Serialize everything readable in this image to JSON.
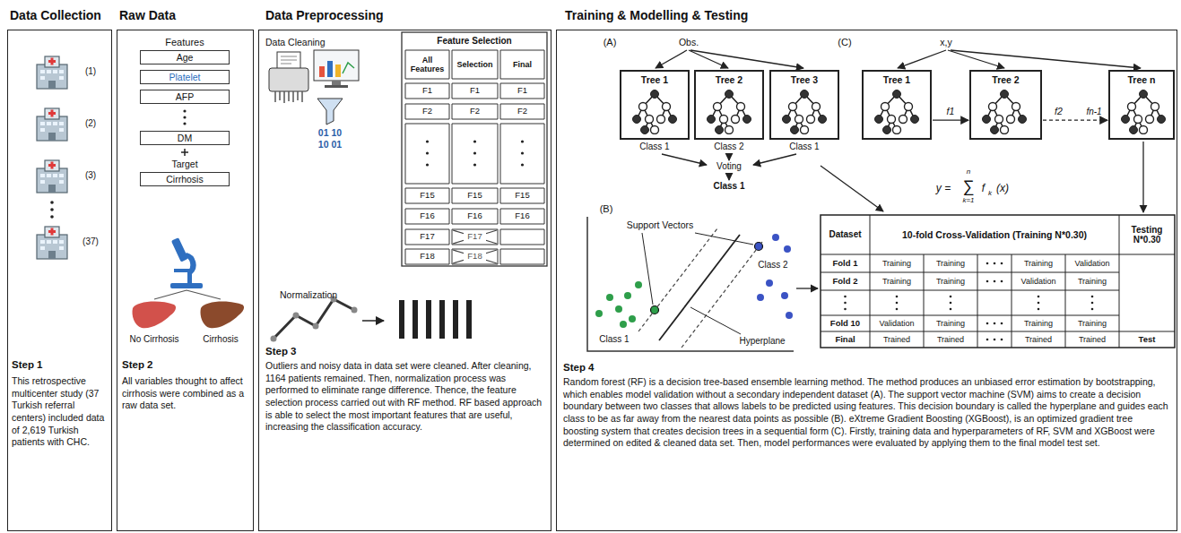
{
  "diagram": {
    "nodes": [
      {
        "text": [
          "Data Collection",
          "Step 1",
          "This retrospective multicenter study (37 Turkish referral centers) included data of 2,619 Turkish patients with CHC."
        ]
      },
      {
        "text": [
          "Raw Data",
          "Step 2",
          "All variables thought to affect cirrhosis were combined as a raw data set."
        ]
      },
      {
        "text": [
          "Age"
        ],
        "in": 1
      },
      {
        "text": [
          "Platelet"
        ],
        "in": 1
      },
      {
        "text": [
          "AFP"
        ],
        "in": 1
      },
      {
        "text": [
          "DM"
        ],
        "in": 1
      },
      {
        "text": [
          "Cirrhosis"
        ],
        "in": 1
      },
      {
        "text": [
          "Data Preprocessing",
          "Step 3",
          "Outliers and noisy data in data set were cleaned. After cleaning, 1164 patients remained. Then, normalization process was performed to eliminate range difference. Thence, the feature selection process carried out with RF method. RF based approach is able to select the most important features that are useful, increasing the classification accuracy."
        ]
      },
      {
        "text": [
          "Training & Modelling & Testing",
          "Step 4",
          "Random forest (RF) is a decision tree-based ensemble learning method. The method produces an unbiased error estimation by bootstrapping, which enables model validation without a secondary independent dataset (A). The support vector machine (SVM) aims to create a decision boundary between two classes that allows labels to be predicted using features. This decision boundary is called the hyperplane and guides each class to be as far away from the nearest data points as possible (B). eXtreme Gradient Boosting (XGBoost), is an optimized gradient tree boosting system that creates decision trees in a sequential form (C). Firstly, training data and hyperparameters of RF, SVM and XGBoost were determined on edited & cleaned data set. Then, model performances were evaluated by applying them to the final model test set."
        ]
      },
      {
        "text": [
          "Tree 1"
        ],
        "in": 8
      },
      {
        "text": [
          "Tree 2"
        ],
        "in": 8
      },
      {
        "text": [
          "Tree 3"
        ],
        "in": 8
      },
      {
        "text": [
          "Tree 1"
        ],
        "in": 8
      },
      {
        "text": [
          "Tree 2"
        ],
        "in": 8
      },
      {
        "text": [
          "Tree n"
        ],
        "in": 8
      }
    ],
    "edges": [
      {
        "from": 12,
        "to": 13,
        "label": "f1",
        "arrow": "to"
      },
      {
        "from": 13,
        "to": 14,
        "label": "f2",
        "arrow": "to"
      }
    ],
    "labels": [
      "(1)",
      "(2)",
      "(3)",
      "(37)",
      "Features",
      "Target",
      "No Cirrhosis",
      "Cirrhosis",
      "Data Cleaning",
      "Feature Selection",
      "All Features",
      "Selection",
      "Final",
      "F1",
      "F1",
      "F1",
      "F2",
      "F2",
      "F2",
      "F15",
      "F15",
      "F15",
      "F16",
      "F16",
      "F16",
      "F17",
      "F17",
      "F18",
      "F18",
      "01 10",
      "10 01",
      "Normalization",
      "(A)",
      "Obs.",
      "Class 1",
      "Class 2",
      "Class 1",
      "Voting",
      "Class 1",
      "(C)",
      "x,y",
      "fn-1",
      "y =",
      "n",
      "∑",
      "k=1",
      "f",
      "k",
      "(x)",
      "(B)",
      "Support Vectors",
      "Class 2",
      "Class 1",
      "Hyperplane",
      "Dataset",
      "10-fold Cross-Validation (Training N*0.30)",
      "Testing N*0.30",
      "Fold 1",
      "Training",
      "Training",
      "Training",
      "Validation",
      "Fold 2",
      "Training",
      "Training",
      "Validation",
      "Training",
      "Fold 10",
      "Validation",
      "Training",
      "Training",
      "Training",
      "Final",
      "Trained",
      "Trained",
      "Trained",
      "Trained",
      "Test"
    ]
  }
}
